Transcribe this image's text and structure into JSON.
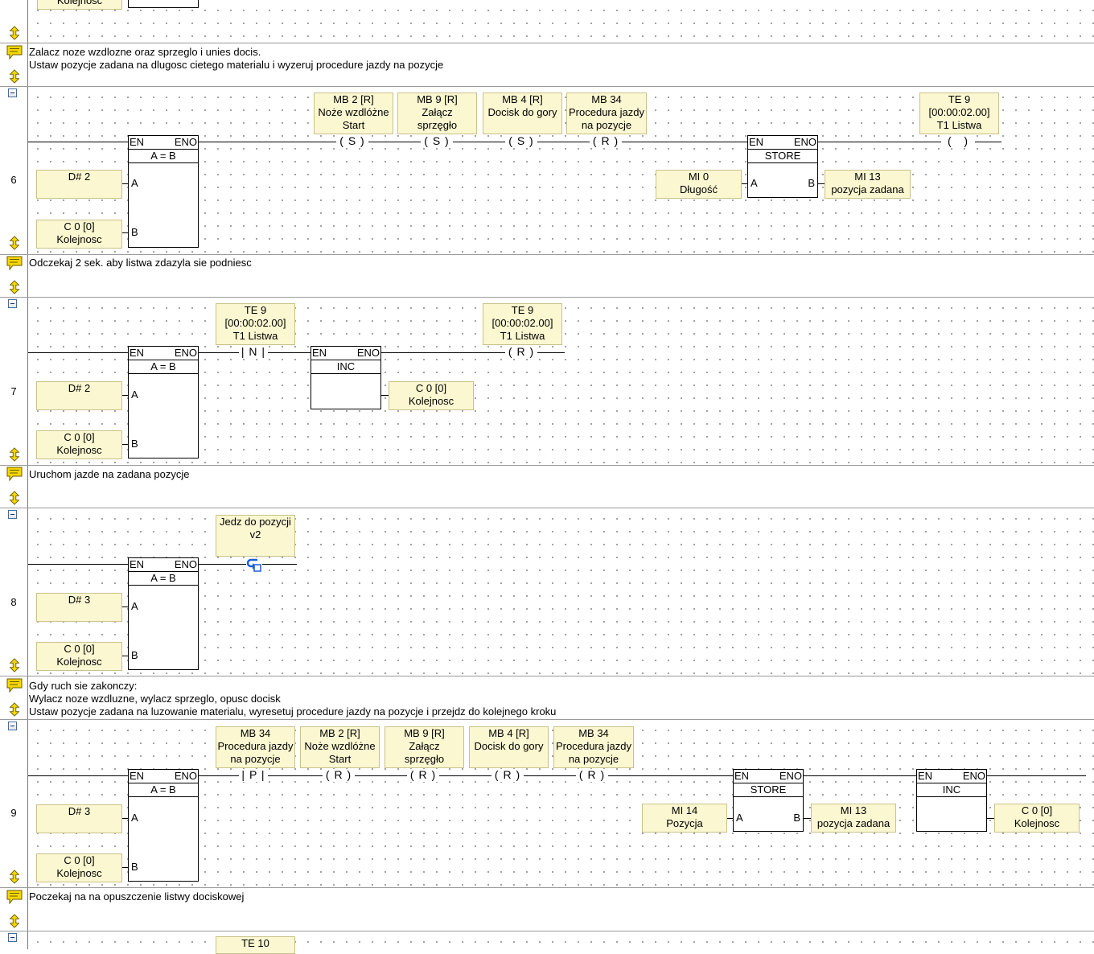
{
  "comments": {
    "c6": [
      "Zalacz noze wzdlozne oraz sprzeglo i unies docis.",
      "Ustaw pozycje zadana na dlugosc cietego materialu i wyzeruj procedure jazdy na pozycje"
    ],
    "c7": [
      "Odczekaj 2 sek. aby listwa zdazyla sie podniesc"
    ],
    "c8": [
      "Uruchom jazde na zadana pozycje"
    ],
    "c9": [
      "Gdy ruch sie zakonczy:",
      "Wylacz noze wzdluzne, wylacz sprzeglo, opusc docisk",
      "Ustaw pozycje zadana na luzowanie materialu, wyresetuj procedure jazdy na pozycje i przejdz do kolejnego kroku"
    ],
    "c10": [
      "Poczekaj na na opuszczenie listwy dociskowej"
    ]
  },
  "rungs": {
    "r6": {
      "number": "6"
    },
    "r7": {
      "number": "7"
    },
    "r8": {
      "number": "8"
    },
    "r9": {
      "number": "9"
    }
  },
  "labels": {
    "en": "EN",
    "eno": "ENO",
    "a": "A",
    "b": "B",
    "eq": "A = B",
    "store": "STORE",
    "inc": "INC"
  },
  "operands": {
    "top_partial": "Kolejnosc",
    "d2": "D# 2",
    "d3": "D# 3",
    "c0_line1": "C 0 [0]",
    "c0_line2": "Kolejnosc",
    "mb2_line1": "MB 2 [R]",
    "mb2_line2": "Noże wzdlóżne",
    "mb2_line3": "Start",
    "mb9_line1": "MB 9 [R]",
    "mb9_line2": "Załącz",
    "mb9_line3": "sprzęgło",
    "mb4_line1": "MB 4 [R]",
    "mb4_line2": "Docisk do gory",
    "mb34_line1": "MB 34",
    "mb34_line2": "Procedura jazdy",
    "mb34_line3": "na pozycje",
    "te9_line1": "TE 9",
    "te9_line2": "[00:00:02.00]",
    "te9_line3": "T1 Listwa",
    "mi0_line1": "MI 0",
    "mi0_line2": "Długość",
    "mi13_line1": "MI 13",
    "mi13_line2": "pozycja zadana",
    "mi14_line1": "MI 14",
    "mi14_line2": "Pozycja",
    "jedz_line1": "Jedz do pozycji",
    "jedz_line2": "v2",
    "te10_line1": "TE 10"
  },
  "coils": {
    "set": "( S )",
    "reset": "( R )",
    "plain": "(   )",
    "neg": "| N |",
    "pos": "| P |"
  },
  "icons": {
    "comment": "comment-bubble-icon",
    "resize": "resize-arrows-icon",
    "collapse": "collapse-minus-icon",
    "jump": "jump-subroutine-icon"
  },
  "colors": {
    "operand_bg": "#fbf7d1",
    "icon_yellow": "#f5d800",
    "jump_blue": "#1a5fd0"
  }
}
